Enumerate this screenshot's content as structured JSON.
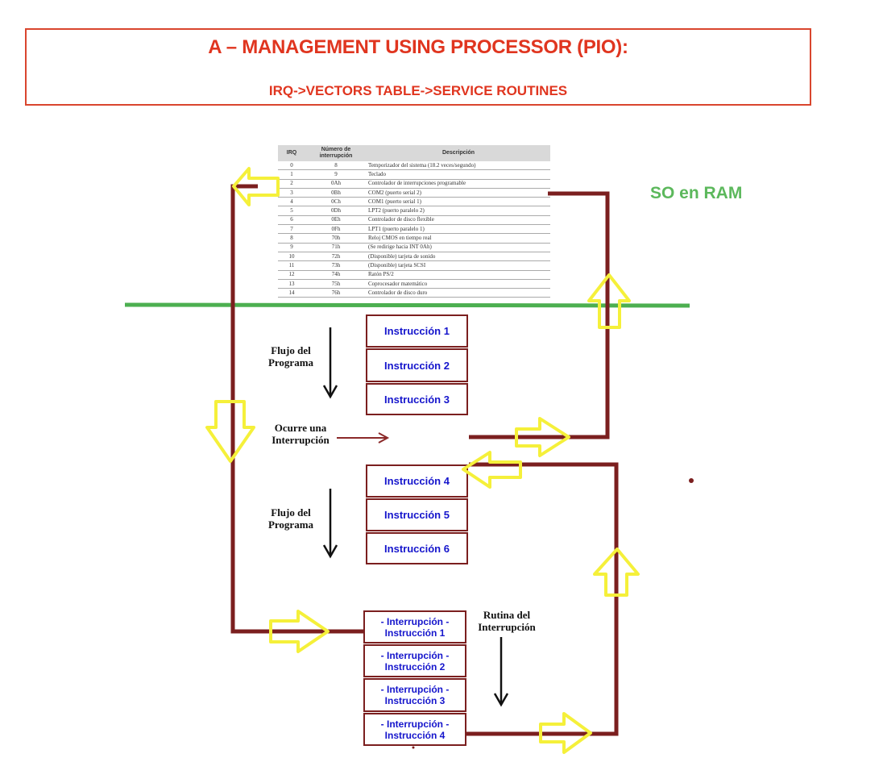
{
  "title": {
    "main": "A – MANAGEMENT USING PROCESSOR (PIO):",
    "sub": "IRQ->VECTORS TABLE->SERVICE ROUTINES"
  },
  "so_label": "SO en RAM",
  "irq_table": {
    "headers": [
      "IRQ",
      "Número de interrupción",
      "Descripción"
    ],
    "rows": [
      [
        "0",
        "8",
        "Temporizador del sistema (18.2 veces/segundo)"
      ],
      [
        "1",
        "9",
        "Teclado"
      ],
      [
        "2",
        "0Ah",
        "Controlador de interrupciones programable"
      ],
      [
        "3",
        "0Bh",
        "COM2 (puerto serial 2)"
      ],
      [
        "4",
        "0Ch",
        "COM1 (puerto serial 1)"
      ],
      [
        "5",
        "0Dh",
        "LPT2 (puerto paralelo 2)"
      ],
      [
        "6",
        "0Eh",
        "Controlador de disco flexible"
      ],
      [
        "7",
        "0Fh",
        "LPT1 (puerto paralelo 1)"
      ],
      [
        "8",
        "70h",
        "Reloj CMOS en tiempo real"
      ],
      [
        "9",
        "71h",
        "(Se redirige hacia INT 0Ah)"
      ],
      [
        "10",
        "72h",
        "(Disponible) tarjeta de sonido"
      ],
      [
        "11",
        "73h",
        "(Disponible) tarjeta SCSI"
      ],
      [
        "12",
        "74h",
        "Ratón PS/2"
      ],
      [
        "13",
        "75h",
        "Coprocesador matemático"
      ],
      [
        "14",
        "76h",
        "Controlador de disco duro"
      ]
    ]
  },
  "flow_labels": {
    "program_flow_1": "Flujo del Programa",
    "program_flow_2": "Flujo del Programa",
    "interrupt_occurs": "Ocurre una Interrupción",
    "routine": "Rutina del Interrupción"
  },
  "instructions_block_1": [
    "Instrucción 1",
    "Instrucción 2",
    "Instrucción 3"
  ],
  "instructions_block_2": [
    "Instrucción 4",
    "Instrucción 5",
    "Instrucción 6"
  ],
  "interrupt_instructions": [
    {
      "line1": "- Interrupción -",
      "line2": "Instrucción 1"
    },
    {
      "line1": "- Interrupción -",
      "line2": "Instrucción 2"
    },
    {
      "line1": "- Interrupción -",
      "line2": "Instrucción 3"
    },
    {
      "line1": "- Interrupción -",
      "line2": "Instrucción 4"
    }
  ],
  "colors": {
    "title_red": "#e0351f",
    "so_green": "#5cb85c",
    "divider_green": "#4caf50",
    "flow_line": "#7b1f1f",
    "arrow_yellow": "#f5f03a",
    "instruction_blue": "#1515cc"
  }
}
